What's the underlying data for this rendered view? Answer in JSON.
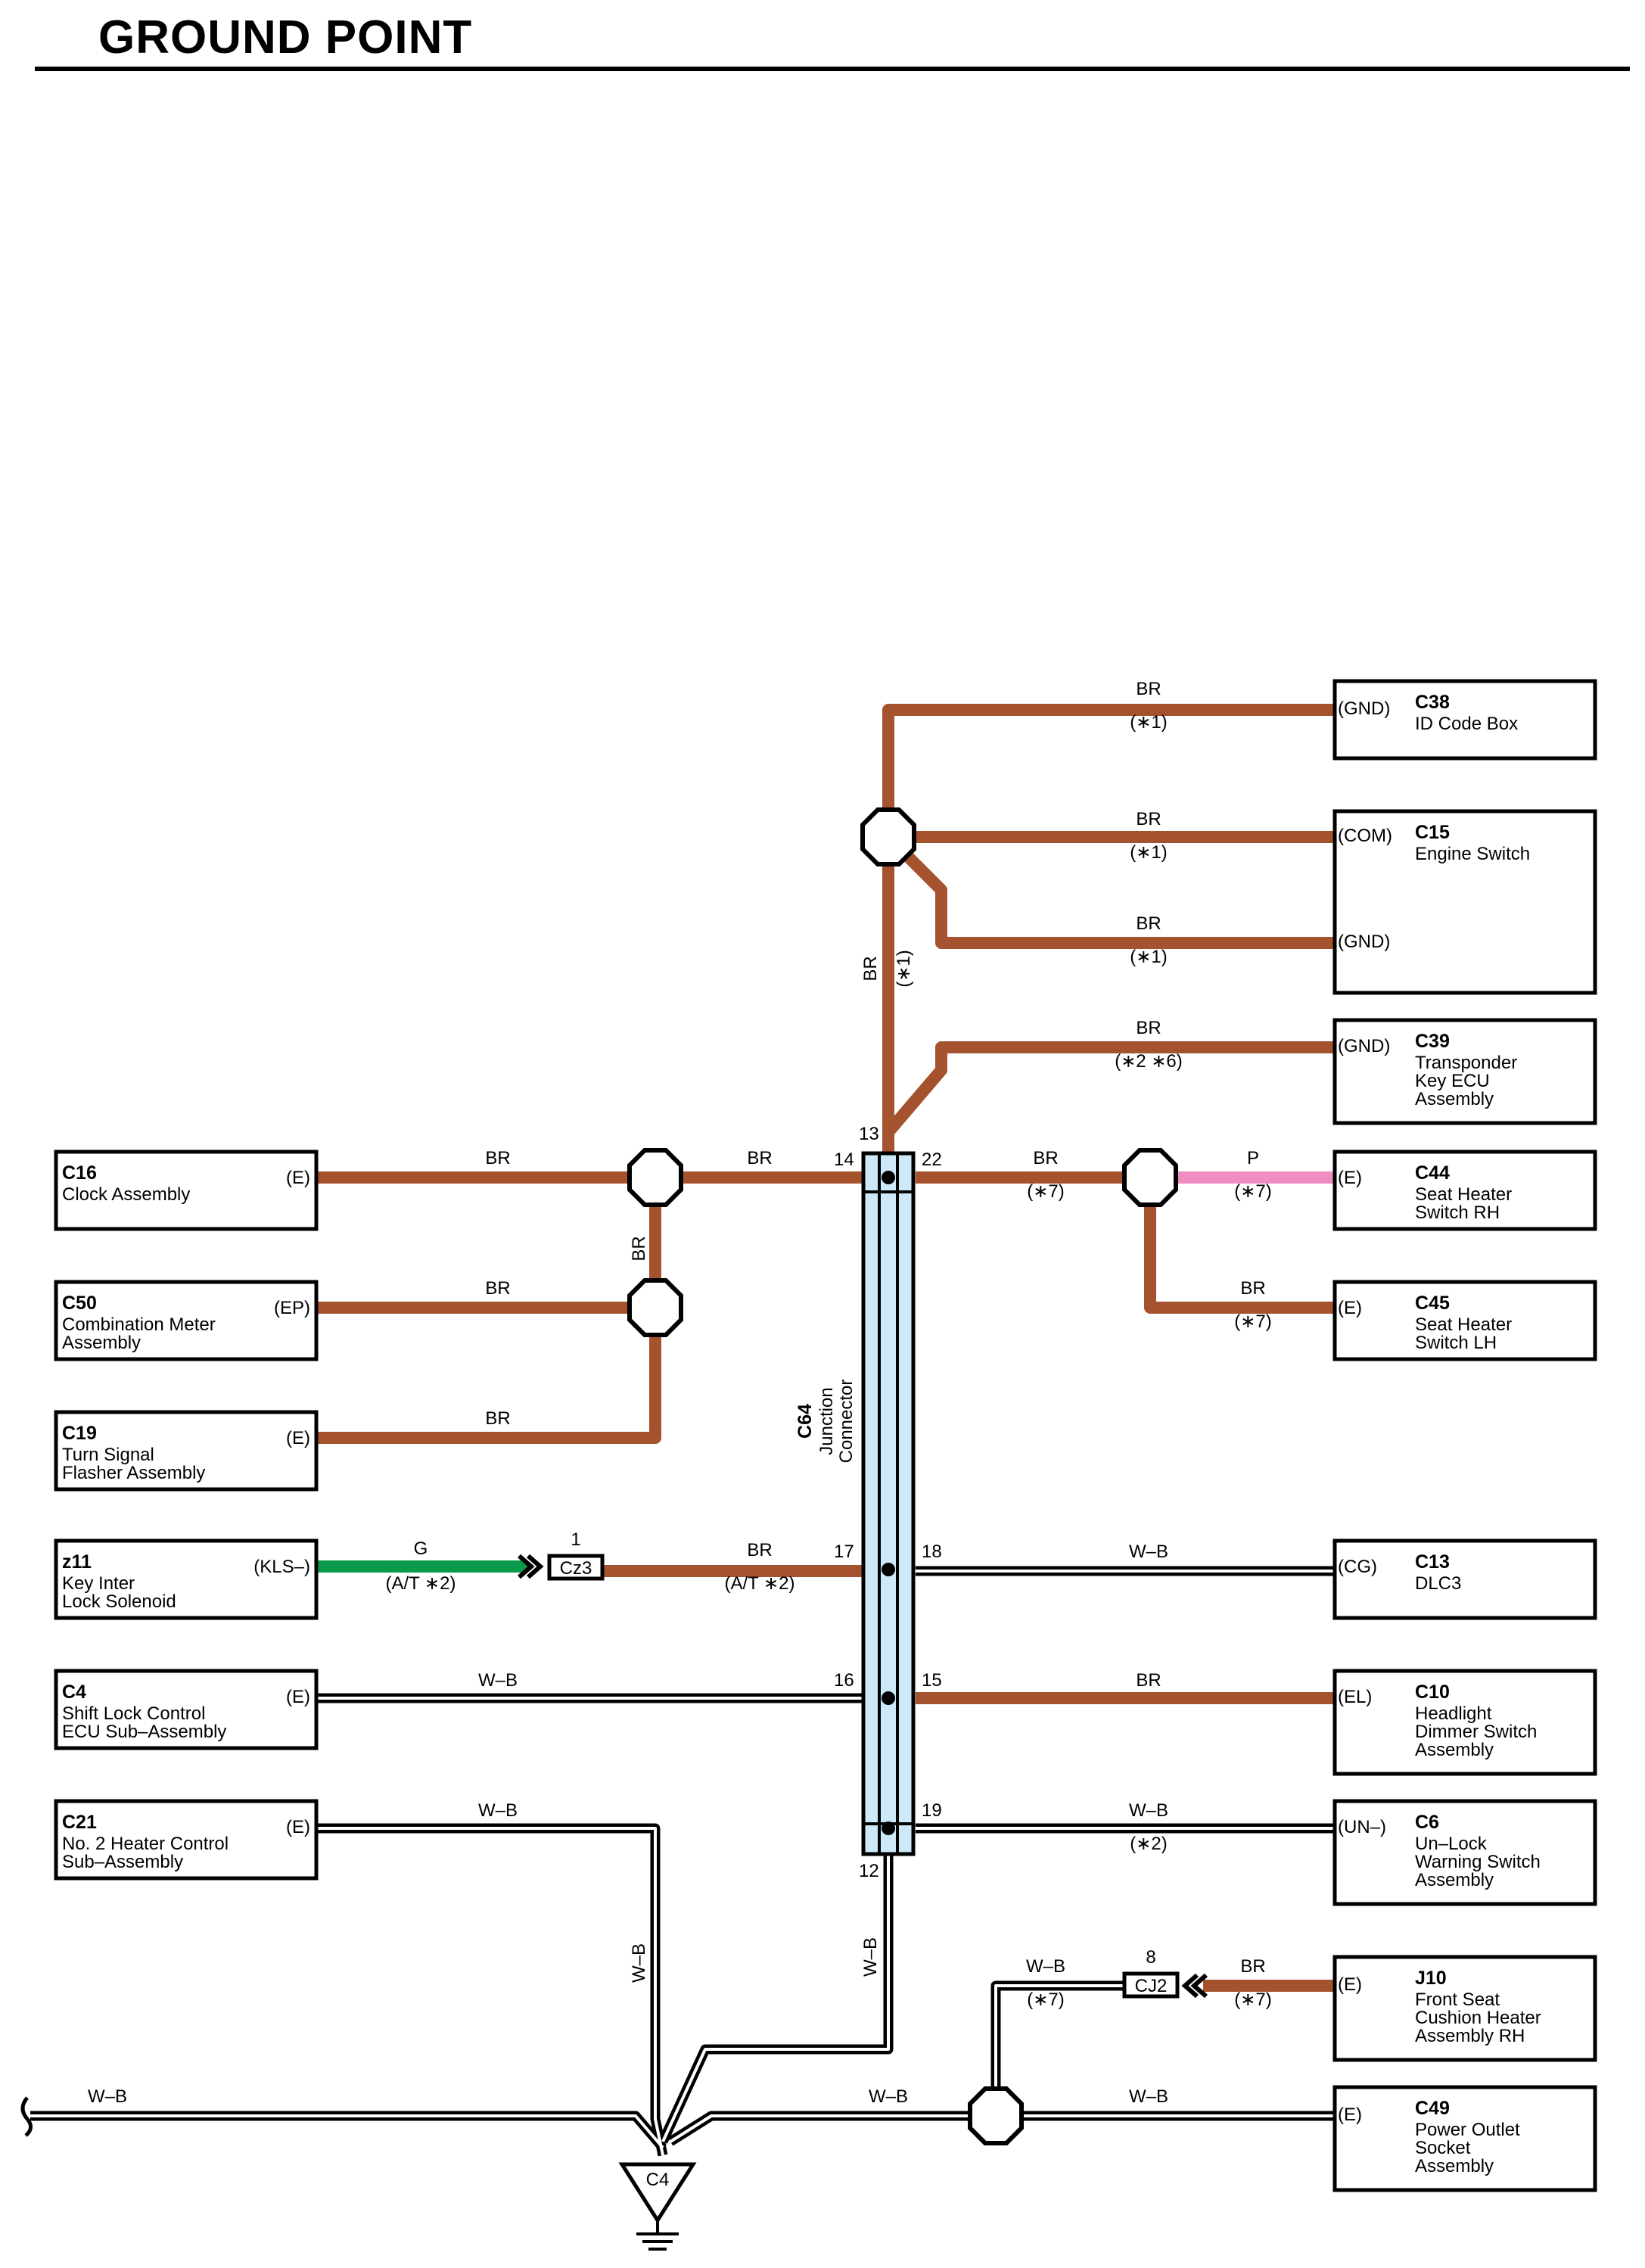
{
  "title": "GROUND POINT",
  "colors": {
    "BR": "#a5532e",
    "G": "#0a9a4a",
    "P": "#ee8ec0",
    "WB_outer": "#000000",
    "WB_inner": "#ffffff",
    "junction_fill": "#cde9f8"
  },
  "junction": {
    "code": "C64",
    "name_1": "Junction",
    "name_2": "Connector",
    "pins": {
      "p12": "12",
      "p13": "13",
      "p14": "14",
      "p15": "15",
      "p16": "16",
      "p17": "17",
      "p18": "18",
      "p19": "19",
      "p22": "22"
    }
  },
  "ground": {
    "code": "C4"
  },
  "left_components": [
    {
      "code": "C16",
      "lines": [
        "Clock Assembly"
      ],
      "pin": "(E)"
    },
    {
      "code": "C50",
      "lines": [
        "Combination Meter",
        "Assembly"
      ],
      "pin": "(EP)"
    },
    {
      "code": "C19",
      "lines": [
        "Turn Signal",
        "Flasher Assembly"
      ],
      "pin": "(E)"
    },
    {
      "code": "z11",
      "lines": [
        "Key Inter",
        "Lock Solenoid"
      ],
      "pin": "(KLS–)"
    },
    {
      "code": "C4",
      "lines": [
        "Shift Lock Control",
        "ECU Sub–Assembly"
      ],
      "pin": "(E)"
    },
    {
      "code": "C21",
      "lines": [
        "No.  2 Heater Control",
        "Sub–Assembly"
      ],
      "pin": "(E)"
    }
  ],
  "right_components": [
    {
      "code": "C38",
      "lines": [
        "ID Code Box"
      ],
      "pin": "(GND)",
      "pin2": ""
    },
    {
      "code": "C15",
      "lines": [
        "Engine Switch"
      ],
      "pin": "(COM)",
      "pin2": "(GND)"
    },
    {
      "code": "C39",
      "lines": [
        "Transponder",
        "Key ECU",
        "Assembly"
      ],
      "pin": "(GND)",
      "pin2": ""
    },
    {
      "code": "C44",
      "lines": [
        "Seat Heater",
        "Switch RH"
      ],
      "pin": "(E)",
      "pin2": ""
    },
    {
      "code": "C45",
      "lines": [
        "Seat Heater",
        "Switch LH"
      ],
      "pin": "(E)",
      "pin2": ""
    },
    {
      "code": "C13",
      "lines": [
        "DLC3"
      ],
      "pin": "(CG)",
      "pin2": ""
    },
    {
      "code": "C10",
      "lines": [
        "Headlight",
        "Dimmer Switch",
        "Assembly"
      ],
      "pin": "(EL)",
      "pin2": ""
    },
    {
      "code": "C6",
      "lines": [
        "Un–Lock",
        "Warning Switch",
        "Assembly"
      ],
      "pin": "(UN–)",
      "pin2": ""
    },
    {
      "code": "J10",
      "lines": [
        "Front Seat",
        "Cushion Heater",
        "Assembly RH"
      ],
      "pin": "(E)",
      "pin2": ""
    },
    {
      "code": "C49",
      "lines": [
        "Power Outlet",
        "Socket",
        "Assembly"
      ],
      "pin": "(E)",
      "pin2": ""
    }
  ],
  "wire_labels": {
    "c38_color": "BR",
    "c38_note": "(∗1)",
    "c15a_color": "BR",
    "c15a_note": "(∗1)",
    "c15b_color": "BR",
    "c15b_note": "(∗1)",
    "vert_color": "BR",
    "vert_note": "(∗1)",
    "c39_color": "BR",
    "c39_note": "(∗2 ∗6)",
    "c16_color": "BR",
    "c16_j_color": "BR",
    "p22_color": "BR",
    "p22_note": "(∗7)",
    "c44_color": "P",
    "c44_note": "(∗7)",
    "c45_color": "BR",
    "c45_note": "(∗7)",
    "c50_color": "BR",
    "c50_vert_color": "BR",
    "c19_color": "BR",
    "z11_color": "G",
    "z11_note": "(A/T ∗2)",
    "cz3_color": "BR",
    "cz3_note": "(A/T ∗2)",
    "c13_color": "W–B",
    "c4_color": "W–B",
    "c10_color": "BR",
    "c21_color": "W–B",
    "c21_vert_color": "W–B",
    "c6_color": "W–B",
    "c6_note": "(∗2)",
    "p12_color": "W–B",
    "j10_color": "BR",
    "j10_note": "(∗7)",
    "cj2_color": "W–B",
    "cj2_note": "(∗7)",
    "bottom_left_color": "W–B",
    "bottom_mid_color": "W–B",
    "c49_color": "W–B"
  },
  "inline_connectors": {
    "cz3": {
      "code": "Cz3",
      "pin": "1"
    },
    "cj2": {
      "code": "CJ2",
      "pin": "8"
    }
  }
}
